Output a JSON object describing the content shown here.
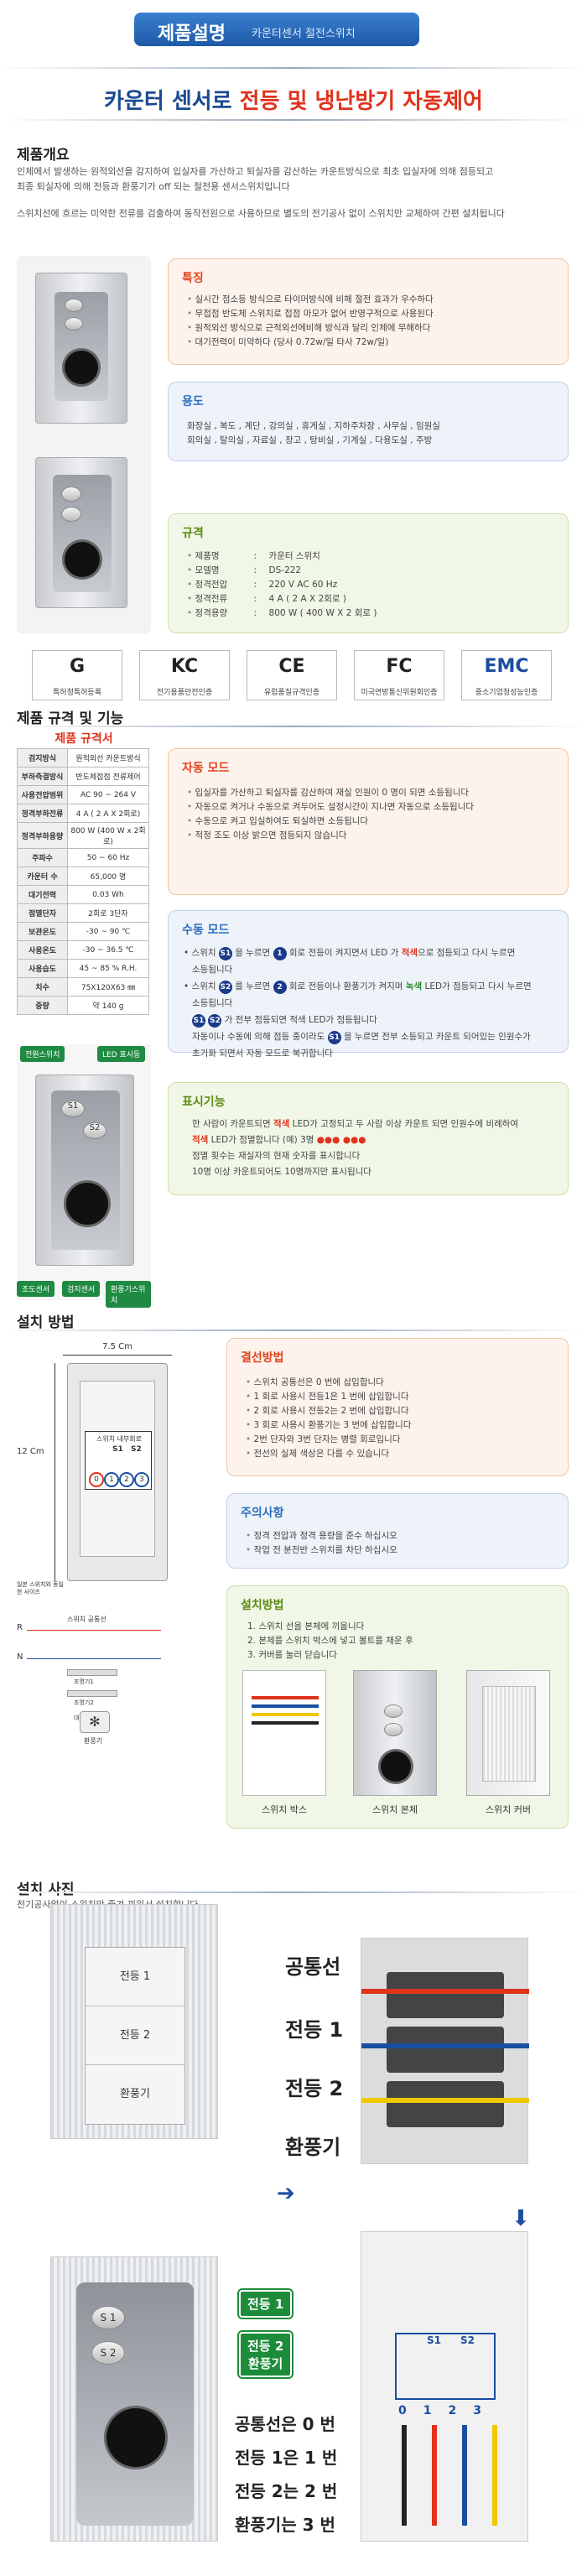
{
  "header": {
    "title": "제품설명",
    "subtitle": "카운터센서 절전스위치"
  },
  "headline": {
    "part1": "카운터 센서로",
    "part2": "전등 및 냉난방기 자동제어"
  },
  "overview": {
    "title": "제품개요",
    "p1": "인체에서 발생하는 원적외선을 감지하여 입실자를 가산하고 퇴실자를 감산하는 카운트방식으로 최초 입실자에 의해 점등되고",
    "p2": "최종 퇴실자에 의해 전등과 환풍기가 off 되는 절전용 센서스위치입니다",
    "p3": "스위치선에 흐르는 미약한 전류를 검출하여 동작전원으로 사용하므로 별도의 전기공사 없이 스위치만 교체하여 간편 설치됩니다"
  },
  "features": {
    "title": "특징",
    "items": [
      "실시간 점소등 방식으로 타이머방식에 비해 절전 효과가 우수하다",
      "무접점 반도체 스위치로 접점 마모가 없어 반영구적으로 사용된다",
      "원적외선 방식으로 근적외선에비해 방식과 달리 인체에 무해하다",
      "대기전력이 미약하다 (당사 0.72w/일 타사 72w/일)"
    ]
  },
  "usage": {
    "title": "용도",
    "line1": "화장실 , 복도 , 계단 , 강의실 , 휴게실 , 지하주차장 , 사무실 , 임원실",
    "line2": "회의실 , 탈의실 , 자료실 , 창고 , 탕비실 , 기계실 , 다용도실 , 주방"
  },
  "specs": {
    "title": "규격",
    "rows": [
      [
        "제품명",
        ":",
        "카운터 스위치"
      ],
      [
        "모델명",
        ":",
        "DS-222"
      ],
      [
        "정격전압",
        ":",
        "220 V AC 60 Hz"
      ],
      [
        "정격전류",
        ":",
        "4 A ( 2 A X 2회로 )"
      ],
      [
        "정격용량",
        ":",
        "800 W ( 400 W X 2 회로 )"
      ]
    ]
  },
  "certs": [
    {
      "logo": "G",
      "label": "특허청특허등록"
    },
    {
      "logo": "KC",
      "label": "전기용품안전인증"
    },
    {
      "logo": "CE",
      "label": "유럽품질규격인증"
    },
    {
      "logo": "FC",
      "label": "미국연방통신위원회인증"
    },
    {
      "logo": "EMC",
      "label": "중소기업청성능인증"
    }
  ],
  "spec_section": {
    "title": "제품 규격 및 기능",
    "table_title": "제품 규격서",
    "table": [
      [
        "검지방식",
        "원적외선 카운트방식"
      ],
      [
        "부하측결방식",
        "반도체접점 전류제어"
      ],
      [
        "사용전압범위",
        "AC 90 ~ 264 V"
      ],
      [
        "정격부하전류",
        "4 A ( 2 A X 2회로)"
      ],
      [
        "정격부하용량",
        "800 W (400 W x 2회로)"
      ],
      [
        "주파수",
        "50 ~ 60 Hz"
      ],
      [
        "카운터 수",
        "65,000 명"
      ],
      [
        "대기전력",
        "0.03 Wh"
      ],
      [
        "점멸단자",
        "2회로 3단자"
      ],
      [
        "보관온도",
        "-30 ~ 90 ℃"
      ],
      [
        "사용온도",
        "-30 ~ 36.5 ℃"
      ],
      [
        "사용습도",
        "45 ~ 85 % R.H."
      ],
      [
        "치수",
        "75X120X63 ㎜"
      ],
      [
        "중량",
        "약 140 g"
      ]
    ],
    "tags": {
      "power": "전원스위치",
      "led": "LED 표시등",
      "light": "조도센서",
      "detect": "검지센서",
      "fan": "환풍기스위치"
    }
  },
  "auto": {
    "title": "자동 모드",
    "items": [
      "입실자를 가산하고 퇴실자를 감산하여 재실 인원이 0 명이 되면 소등됩니다",
      "자동으로 켜거나 수동으로 켜두어도 설정시간이 지나면 자동으로 소등됩니다",
      "수동으로 켜고 입실하여도 퇴실하면 소등됩니다",
      "적정 조도 이상 밝으면 점등되지 않습니다"
    ]
  },
  "manual": {
    "title": "수동 모드",
    "l1a": "스위치",
    "l1b": "을 누르면",
    "l1c": "회로 전등이 켜지면서 LED 가",
    "l1d": "적색",
    "l1e": "으로 점등되고 다시 누르면",
    "l2": "소등됩니다",
    "l3a": "스위치",
    "l3b": "를 누르면",
    "l3c": "회로 전등이나 환풍기가 켜지며",
    "l3d": "녹색",
    "l3e": "LED가 점등되고 다시 누르면",
    "l4": "소등됩니다",
    "l5": "가 전부 점등되면 적색 LED가 점등됩니다",
    "l6": "자동이나 수동에 의해 점등 중이라도",
    "l6b": "을 누르면 전부 소등되고 카운트 되어있는 인원수가",
    "l7": "초기화 되면서 자동 모드로 복귀합니다",
    "s1": "S1",
    "s2": "S2",
    "n1": "1",
    "n2": "2"
  },
  "display": {
    "title": "표시기능",
    "l1a": "한 사람이 카운트되면",
    "l1b": "적색",
    "l1c": "LED가 고정되고 두 사람 이상 카운트 되면 인원수에 비례하여",
    "l2a": "적색",
    "l2b": "LED가 점멸합니다 (예) 3명",
    "l2c": "●●●  ●●●",
    "l3": "점멸 횟수는 재실자의 현재 숫자를 표시합니다",
    "l4": "10명 이상 카운트되어도 10명까지만 표시됩니다"
  },
  "install": {
    "title": "설치 방법",
    "w": "7.5 Cm",
    "h": "12 Cm",
    "diag_label": "스위치 내부회로",
    "pts": [
      "0",
      "1",
      "2",
      "3"
    ],
    "s1": "S1",
    "s2": "S2",
    "left_note": "일본 스위치와 동일한 사이즈",
    "r": "R",
    "n": "N",
    "wire1": "스위치 공통선",
    "l1": "조명기1",
    "l2": "조명기2",
    "l3": "대형기기",
    "fan": "환풍기"
  },
  "wiring": {
    "title": "결선방법",
    "items": [
      "스위치 공통선은 0 번에 삽입합니다",
      "1 회로 사용시 전등1은 1 번에 삽입합니다",
      "2 회로 사용시 전등2는 2 번에 삽입합니다",
      "3 회로 사용시 환풍기는 3 번에 삽입합니다",
      "2번 단자와 3번 단자는 병렬 회로입니다",
      "전선의 실제 색상은 다를 수 있습니다"
    ]
  },
  "caution": {
    "title": "주의사항",
    "items": [
      "정격 전압과 정격 용량을 준수 하십시오",
      "작업 전 분전반 스위치를 차단 하십시오"
    ]
  },
  "method": {
    "title": "설치방법",
    "items": [
      "1. 스위치 선을 본체에 끼웁니다",
      "2. 본체를 스위치 박스에 넣고 볼트를 채운 후",
      "3. 커버를 눌러 닫습니다"
    ],
    "labels": [
      "스위치 박스",
      "스위치 본체",
      "스위치 커버"
    ]
  },
  "photos": {
    "title": "설치 사진",
    "sub": "전기공사없이 스위치만 즐겨 끼워서 설치합니다",
    "sw": [
      "전등 1",
      "전등 2",
      "환풍기"
    ],
    "big": [
      "공통선",
      "전등 1",
      "전등 2",
      "환풍기"
    ],
    "tags": [
      "전등 1",
      "전등 2\n환풍기"
    ],
    "s1": "S 1",
    "s2": "S 2",
    "bottom": [
      "공통선은 0 번",
      "전등 1은 1 번",
      "전등 2는 2 번",
      "환풍기는 3 번"
    ],
    "diag_pts": [
      "0",
      "1",
      "2",
      "3"
    ],
    "ds1": "S1",
    "ds2": "S2"
  }
}
